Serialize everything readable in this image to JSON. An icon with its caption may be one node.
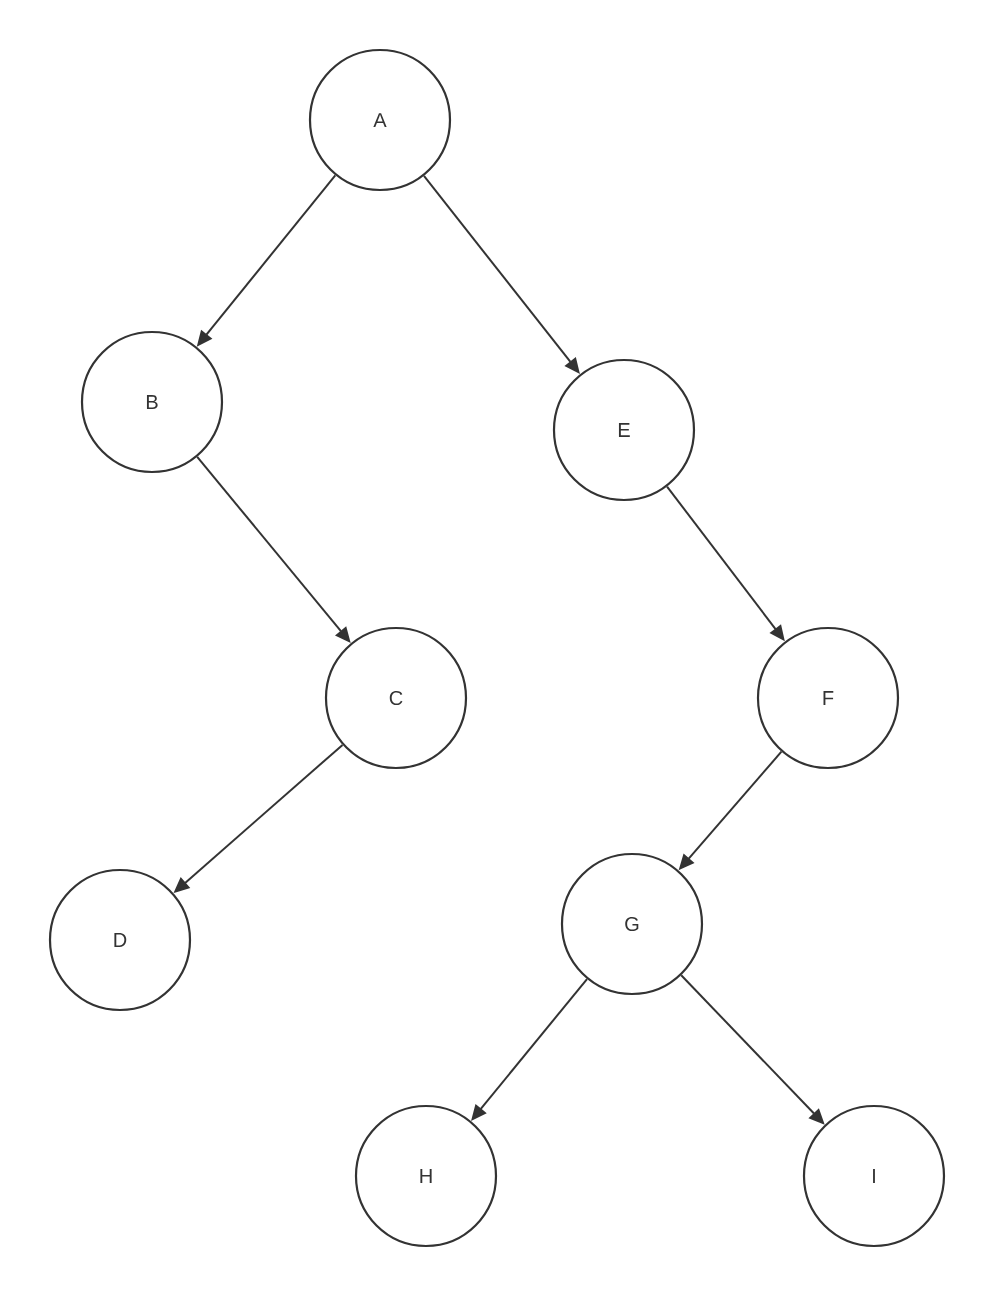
{
  "diagram": {
    "nodes": [
      {
        "text": [
          "A"
        ]
      },
      {
        "text": [
          "B"
        ]
      },
      {
        "text": [
          "C"
        ]
      },
      {
        "text": [
          "D"
        ]
      },
      {
        "text": [
          "E"
        ]
      },
      {
        "text": [
          "F"
        ]
      },
      {
        "text": [
          "G"
        ]
      },
      {
        "text": [
          "H"
        ]
      },
      {
        "text": [
          "I"
        ]
      }
    ],
    "edges": [
      {
        "from": 0,
        "to": 1,
        "arrow": "to"
      },
      {
        "from": 0,
        "to": 4,
        "arrow": "to"
      },
      {
        "from": 1,
        "to": 2,
        "arrow": "to"
      },
      {
        "from": 2,
        "to": 3,
        "arrow": "to"
      },
      {
        "from": 4,
        "to": 5,
        "arrow": "to"
      },
      {
        "from": 5,
        "to": 6,
        "arrow": "to"
      },
      {
        "from": 6,
        "to": 7,
        "arrow": "to"
      },
      {
        "from": 6,
        "to": 8,
        "arrow": "to"
      }
    ]
  }
}
